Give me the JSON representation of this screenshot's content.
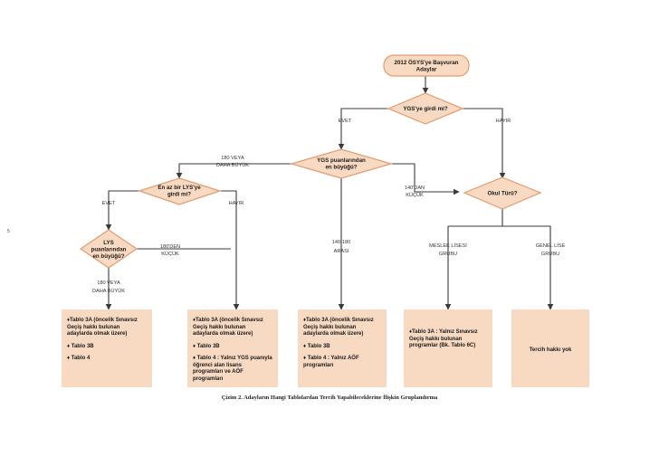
{
  "colors": {
    "fill": "#f8d9c1",
    "stroke": "#e39a6e",
    "line": "#3a3a3a"
  },
  "nodes": {
    "start": "2012 ÖSYS'ye Başvuran Adaylar",
    "q_ygs": "YGS'ye girdi mi?",
    "q_ygs_score": "YGS puanlarından en büyüğü?",
    "q_lys": "En az bir LYS'ye girdi mi?",
    "q_lys_score": "LYS puanlarından en büyüğü?",
    "q_school": "Okul Türü?"
  },
  "labels": {
    "evet_1": "EVET",
    "hayir_1": "HAYIR",
    "ge180_a": "180 VEYA",
    "ge180_b": "DAHA BÜYÜK",
    "lt140_a": "140'DAN",
    "lt140_b": "KÜÇÜK",
    "evet_2": "EVET",
    "hayir_2": "HAYIR",
    "range_a": "140-180",
    "range_b": "ARASI",
    "lt180_a": "180'DEN",
    "lt180_b": "KÜÇÜK",
    "ge180b_a": "180 VEYA",
    "ge180b_b": "DAHA BÜYÜK",
    "meslek_a": "MESLEK LİSESİ",
    "meslek_b": "GRUBU",
    "genel_a": "GENEL LİSE",
    "genel_b": "GRUBU"
  },
  "outcomes": {
    "box1": [
      "♦Tablo 3A (öncelik Sınavsız Geçiş hakkı bulunan adaylarda olmak üzere)",
      "♦ Tablo 3B",
      "♦ Tablo 4"
    ],
    "box2": [
      "♦Tablo 3A (öncelik Sınavsız Geçiş hakkı bulunan adaylarda olmak üzere)",
      "♦ Tablo 3B",
      "♦ Tablo 4 : Yalnız YGS puanıyla öğrenci alan lisans programları ve AÖF programları"
    ],
    "box3": [
      "♦Tablo 3A (öncelik Sınavsız Geçiş hakkı  bulunan adaylarda olmak üzere)",
      "♦ Tablo 3B",
      "♦ Tablo 4 : Yalnız AÖF programları"
    ],
    "box4": [
      "♦Tablo 3A : Yalnız Sınavsız Geçiş hakkı bulunan programlar (Bk. Tablo 6C)"
    ],
    "box5": "Tercih hakkı yok"
  },
  "caption": "Çizim 2. Adayların Hangi Tablolardan Tercih Yapabileceklerine İlişkin Gruplandırma",
  "page_mark": "5"
}
